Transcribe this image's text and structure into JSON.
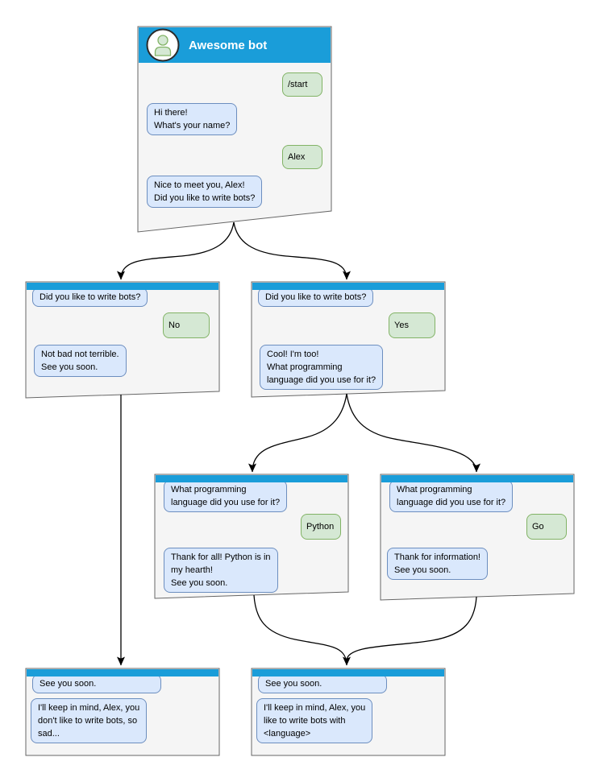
{
  "diagram": {
    "type": "chatbot-conversation-flow",
    "colors": {
      "header_blue": "#1a9dd9",
      "bot_bubble_fill": "#dae8fc",
      "bot_bubble_border": "#6c8ebf",
      "user_bubble_fill": "#d5e8d4",
      "user_bubble_border": "#82b366",
      "window_fill": "#f5f5f5",
      "window_border": "#666666",
      "edge_color": "#000000",
      "avatar_fill": "#d5e8d4",
      "avatar_border": "#82b366"
    },
    "windows": [
      {
        "id": "awesome-bot",
        "title": "Awesome bot",
        "messages": [
          {
            "from": "user",
            "text": "/start"
          },
          {
            "from": "bot",
            "text": "Hi there!\nWhat's your name?"
          },
          {
            "from": "user",
            "text": "Alex"
          },
          {
            "from": "bot",
            "text": "Nice to meet you, Alex!\nDid you like to write bots?"
          }
        ]
      },
      {
        "id": "branch-no",
        "messages": [
          {
            "from": "bot",
            "text": "Did you like to write bots?"
          },
          {
            "from": "user",
            "text": "No"
          },
          {
            "from": "bot",
            "text": "Not bad not terrible.\nSee you soon."
          }
        ]
      },
      {
        "id": "branch-yes",
        "messages": [
          {
            "from": "bot",
            "text": "Did you like to write bots?"
          },
          {
            "from": "user",
            "text": "Yes"
          },
          {
            "from": "bot",
            "text": "Cool! I'm too!\nWhat programming\nlanguage did you use for it?"
          }
        ]
      },
      {
        "id": "branch-python",
        "messages": [
          {
            "from": "bot",
            "text": "What programming\nlanguage did you use for it?"
          },
          {
            "from": "user",
            "text": "Python"
          },
          {
            "from": "bot",
            "text": "Thank for all! Python is in\nmy hearth!\nSee you soon."
          }
        ]
      },
      {
        "id": "branch-go",
        "messages": [
          {
            "from": "bot",
            "text": "What programming\nlanguage did you use for it?"
          },
          {
            "from": "user",
            "text": "Go"
          },
          {
            "from": "bot",
            "text": "Thank for information!\nSee you soon."
          }
        ]
      },
      {
        "id": "end-sad",
        "messages": [
          {
            "from": "bot",
            "text": "See you soon."
          },
          {
            "from": "bot",
            "text": "I'll keep in mind, Alex, you\ndon't like to write bots, so\nsad..."
          }
        ]
      },
      {
        "id": "end-happy",
        "messages": [
          {
            "from": "bot",
            "text": "See you soon."
          },
          {
            "from": "bot",
            "text": "I'll keep in mind, Alex, you\nlike to write bots with\n<language>"
          }
        ]
      }
    ],
    "edges": [
      {
        "from": "awesome-bot",
        "to": "branch-no"
      },
      {
        "from": "awesome-bot",
        "to": "branch-yes"
      },
      {
        "from": "branch-no",
        "to": "end-sad"
      },
      {
        "from": "branch-yes",
        "to": "branch-python"
      },
      {
        "from": "branch-yes",
        "to": "branch-go"
      },
      {
        "from": "branch-python",
        "to": "end-happy"
      },
      {
        "from": "branch-go",
        "to": "end-happy"
      }
    ]
  }
}
